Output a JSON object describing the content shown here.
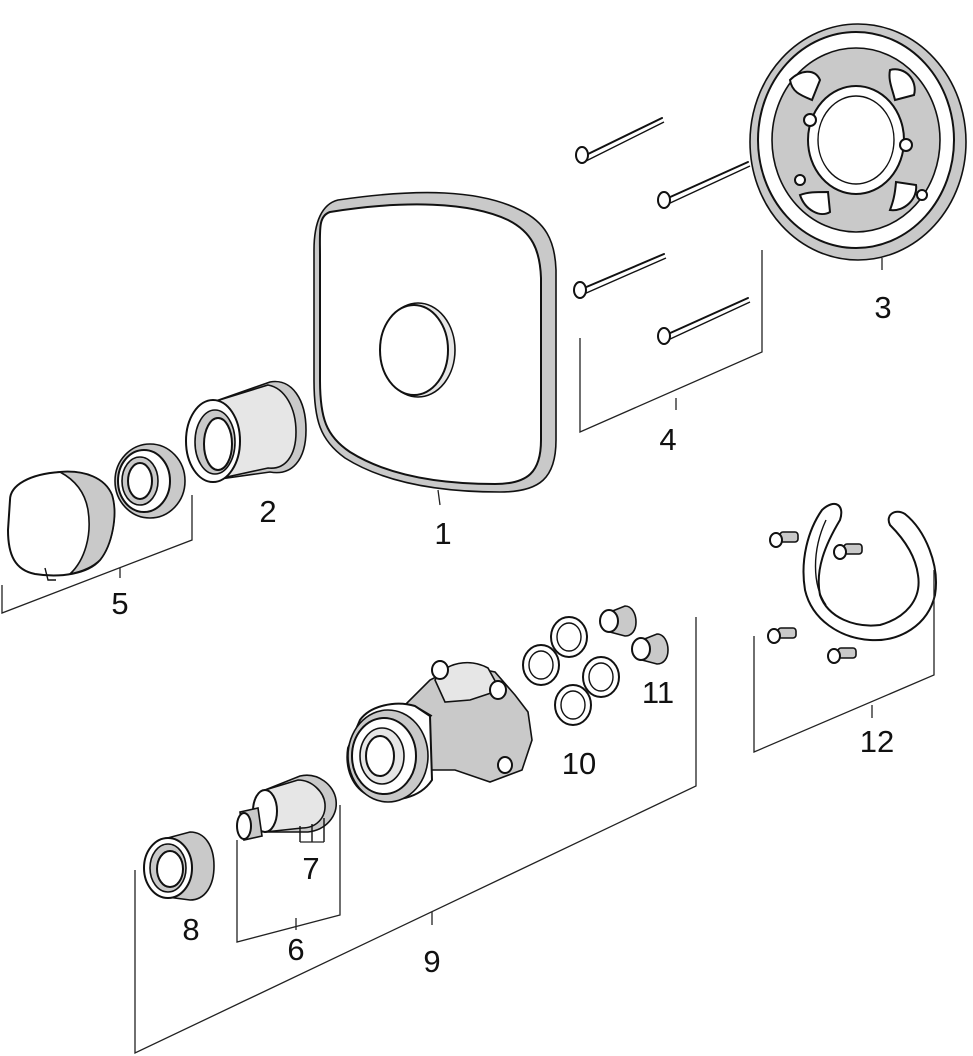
{
  "labels": {
    "n1": "1",
    "n2": "2",
    "n3": "3",
    "n4": "4",
    "n5": "5",
    "n6": "6",
    "n7": "7",
    "n8": "8",
    "n9": "9",
    "n10": "10",
    "n11": "11",
    "n12": "12"
  },
  "colors": {
    "line": "#111111",
    "shade": "#c9c9c9",
    "light": "#e6e6e6",
    "background": "#ffffff"
  }
}
